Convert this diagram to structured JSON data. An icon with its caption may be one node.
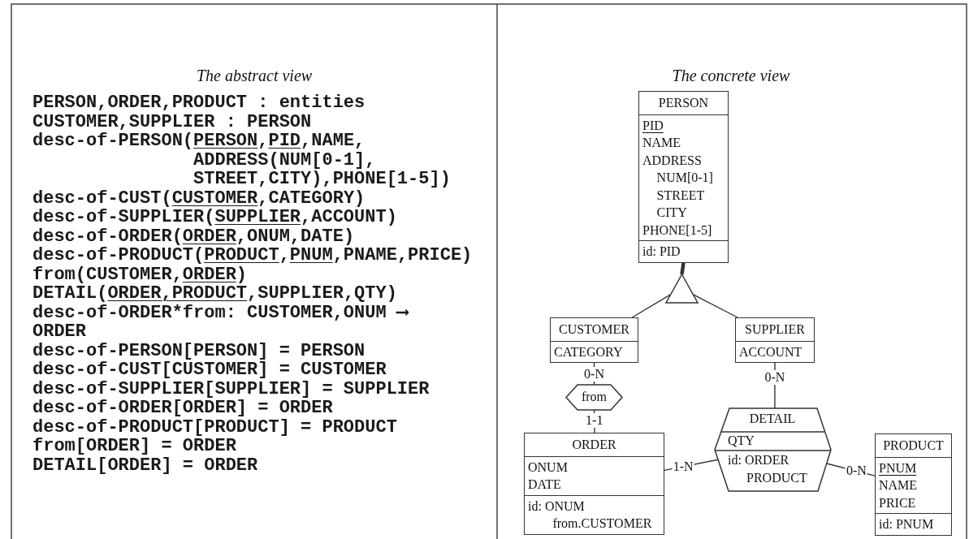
{
  "diagram": {
    "nodes": [
      {
        "text": [
          "PERSON",
          "PID",
          "NAME",
          "ADDRESS",
          "NUM[0-1]",
          "STREET",
          "CITY",
          "PHONE[1-5]",
          "id: PID"
        ]
      },
      {
        "text": [],
        "shape": "triangle"
      },
      {
        "text": [
          "CUSTOMER",
          "CATEGORY"
        ]
      },
      {
        "text": [
          "SUPPLIER",
          "ACCOUNT"
        ]
      },
      {
        "text": [
          "from"
        ]
      },
      {
        "text": [
          "DETAIL",
          "QTY",
          "id: ORDER PRODUCT"
        ]
      },
      {
        "text": [
          "ORDER",
          "ONUM",
          "DATE",
          "id: ONUM from.CUSTOMER"
        ]
      },
      {
        "text": [
          "PRODUCT",
          "PNUM",
          "NAME",
          "PRICE",
          "id: PNUM"
        ]
      }
    ],
    "edges": [
      {
        "from": 0,
        "to": 1,
        "arrow": "none",
        "style": "thick"
      },
      {
        "from": 1,
        "to": 2,
        "arrow": "none"
      },
      {
        "from": 1,
        "to": 3,
        "arrow": "none"
      },
      {
        "from": 2,
        "to": 4,
        "arrow": "none",
        "label": "0-N"
      },
      {
        "from": 4,
        "to": 6,
        "arrow": "none",
        "label": "1-1"
      },
      {
        "from": 3,
        "to": 5,
        "arrow": "none",
        "label": "0-N"
      },
      {
        "from": 6,
        "to": 5,
        "arrow": "none",
        "label": "1-N"
      },
      {
        "from": 5,
        "to": 7,
        "arrow": "none",
        "label": "0-N"
      }
    ],
    "labels": [
      "The abstract view",
      "PERSON,ORDER,PRODUCT : entities",
      "CUSTOMER,SUPPLIER : PERSON",
      "desc-of-PERSON(PERSON,PID,NAME, ADDRESS(NUM[0-1], STREET,CITY),PHONE[1-5])",
      "desc-of-CUST(CUSTOMER,CATEGORY)",
      "desc-of-SUPPLIER(SUPPLIER,ACCOUNT)",
      "desc-of-ORDER(ORDER,ONUM,DATE)",
      "desc-of-PRODUCT(PRODUCT,PNUM,PNAME,PRICE)",
      "from(CUSTOMER,ORDER)",
      "DETAIL(ORDER,PRODUCT,SUPPLIER,QTY)",
      "desc-of-ORDER*from: CUSTOMER,ONUM ⟶ ORDER",
      "desc-of-PERSON[PERSON] = PERSON",
      "desc-of-CUST[CUSTOMER] = CUSTOMER",
      "desc-of-SUPPLIER[SUPPLIER] = SUPPLIER",
      "desc-of-ORDER[ORDER] = ORDER",
      "desc-of-PRODUCT[PRODUCT] = PRODUCT",
      "from[ORDER] = ORDER",
      "DETAIL[ORDER] = ORDER",
      "The concrete view"
    ]
  }
}
